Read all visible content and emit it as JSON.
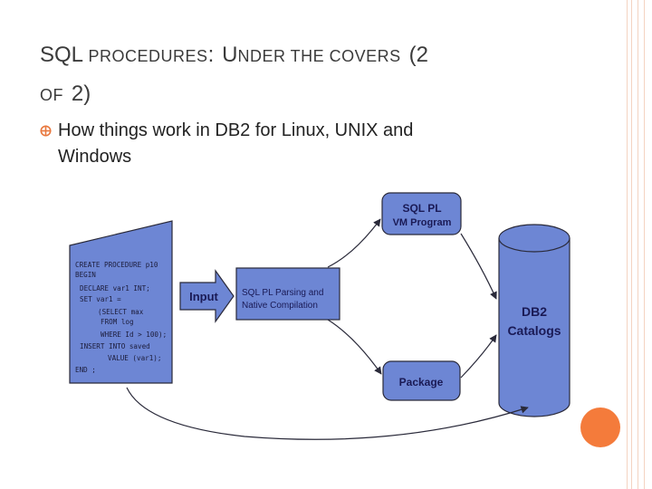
{
  "slide": {
    "title": {
      "l1_a": "SQL",
      "l1_b": "PROCEDURES",
      "l1_c": ":",
      "l1_d": "U",
      "l1_e": "NDER THE COVERS",
      "l1_f": "(2",
      "l2_a": "OF",
      "l2_b": "2)"
    },
    "bullet": {
      "line1": "How things work in DB2 for Linux, UNIX and",
      "line2": "Windows"
    }
  },
  "diagram": {
    "code_lines": [
      "CREATE PROCEDURE p10",
      "BEGIN",
      "DECLARE var1 INT;",
      "SET var1 =",
      "(SELECT max",
      "FROM log",
      "WHERE Id > 100);",
      "INSERT INTO saved",
      "VALUE  (var1);",
      "END ;"
    ],
    "input_label": "Input",
    "parse_box": {
      "line1": "SQL PL Parsing and",
      "line2": "Native Compilation"
    },
    "vm_box": {
      "line1": "SQL PL",
      "line2": "VM Program"
    },
    "package_label": "Package",
    "catalog": {
      "line1": "DB2",
      "line2": "Catalogs"
    }
  },
  "colors": {
    "box_fill": "#6d86d4",
    "border": "#2a2a3a",
    "label_text": "#1a1a55",
    "accent_orange": "#f47b3b",
    "rail": "#f4d3c1",
    "bullet_icon": "#e8783e"
  },
  "icons": {
    "bullet": "crossed-circle-bullet-icon"
  }
}
